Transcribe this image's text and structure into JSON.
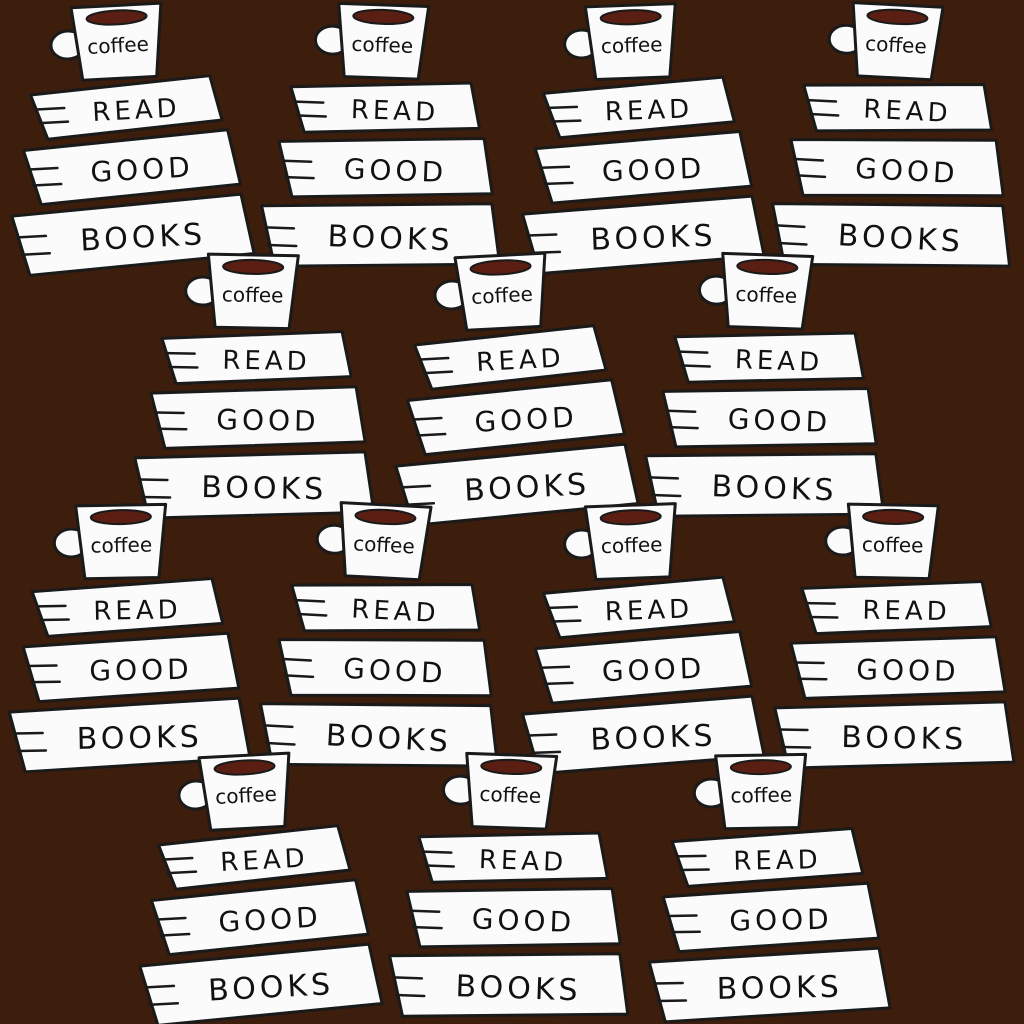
{
  "background_color": "#3d1d0c",
  "pin": {
    "cup_label": "coffee",
    "line1": "READ",
    "line2": "GOOD",
    "line3": "BOOKS",
    "enamel_color": "#fbfbfb",
    "outline_color": "#1a1a1a",
    "coffee_color": "#5a1e12"
  },
  "pin_count": 14
}
